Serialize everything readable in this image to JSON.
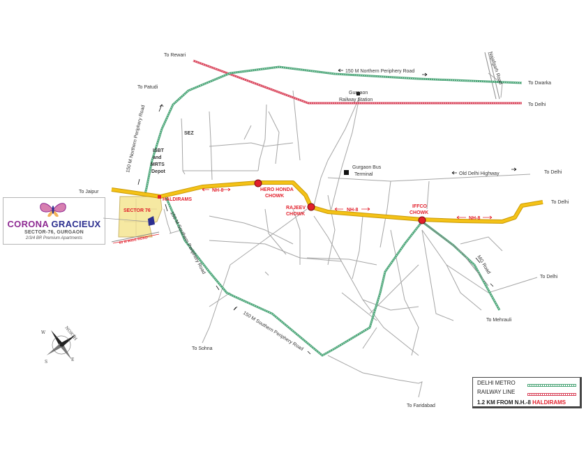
{
  "brand": {
    "name_part1": "CORONA",
    "name_part2": "GRACIEUX",
    "subtitle": "SECTOR-76, GURGAON",
    "tagline": "2/3/4 BR Premium Apartments"
  },
  "places": {
    "to_rewari": "To Rewari",
    "to_patudi": "To Patudi",
    "to_jaipur": "To Jaipur",
    "to_sohna": "To Sohna",
    "to_faridabad": "To Faridabad",
    "to_mehrauli": "To Mehrauli",
    "to_delhi_1": "To Delhi",
    "to_delhi_2": "To Delhi",
    "to_delhi_3": "To Delhi",
    "to_delhi_4": "To Delhi",
    "to_dwarka": "To Dwarka",
    "sez": "SEZ",
    "isbt_1": "ISBT",
    "isbt_2": "and",
    "isbt_3": "MRTS",
    "isbt_4": "Depot",
    "railway_station_1": "Gurgaon",
    "railway_station_2": "Railway Station",
    "bus_terminal_1": "Gurgaon Bus",
    "bus_terminal_2": "Terminal",
    "sector76": "SECTOR 76",
    "haldirams": "HALDIRAMS"
  },
  "roads": {
    "northern_periphery": "150 M Northern Periphery Road",
    "northern_periphery_vertical": "150 M Northern Periphery Road",
    "southern_periphery_vertical": "150 M Southern Periphery Road",
    "southern_periphery": "150 M Southern Periphery Road",
    "najafgarh": "Najafgarh Road",
    "old_delhi_highway": "Old Delhi Highway",
    "mg_road": "MG Road",
    "nh8_1": "NH-8",
    "nh8_2": "NH-8",
    "nh8_3": "NH-8",
    "wide_road": "60 M WIDE ROAD"
  },
  "chowks": {
    "hero_honda_1": "HERO HONDA",
    "hero_honda_2": "CHOWK",
    "rajeev_1": "RAJEEV",
    "rajeev_2": "CHOWK",
    "iffco_1": "IFFCO",
    "iffco_2": "CHOWK"
  },
  "compass": {
    "north": "NORTH",
    "w": "W",
    "e": "E",
    "s": "S"
  },
  "legend": {
    "metro": "DELHI METRO",
    "railway": "RAILWAY LINE",
    "note_prefix": "1.2 KM FROM N.H.-8",
    "note_highlight": "HALDIRAMS"
  },
  "colors": {
    "highway": "#f4c217",
    "highway_edge": "#c99a07",
    "metro": "#4aa577",
    "railway": "#d9435a",
    "road": "#9a9a9a",
    "chowk": "#e2202c",
    "sector_fill": "#f6e9a2",
    "arrow": "#e2202c"
  }
}
